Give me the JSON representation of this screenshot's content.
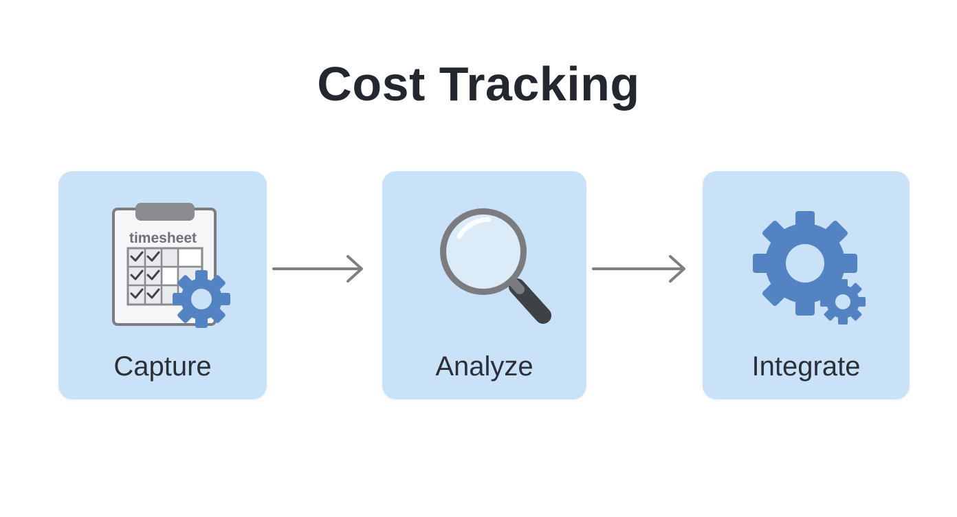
{
  "title": "Cost Tracking",
  "steps": [
    {
      "label": "Capture",
      "icon": "timesheet-gear-icon"
    },
    {
      "label": "Analyze",
      "icon": "magnifying-glass-icon"
    },
    {
      "label": "Integrate",
      "icon": "gears-icon"
    }
  ],
  "timesheet_text": "timesheet",
  "colors": {
    "card_background": "#c9e2f8",
    "icon_blue": "#5383c3",
    "icon_gray": "#7a7c80",
    "arrow_gray": "#7d7f83",
    "title_text": "#23282f"
  }
}
